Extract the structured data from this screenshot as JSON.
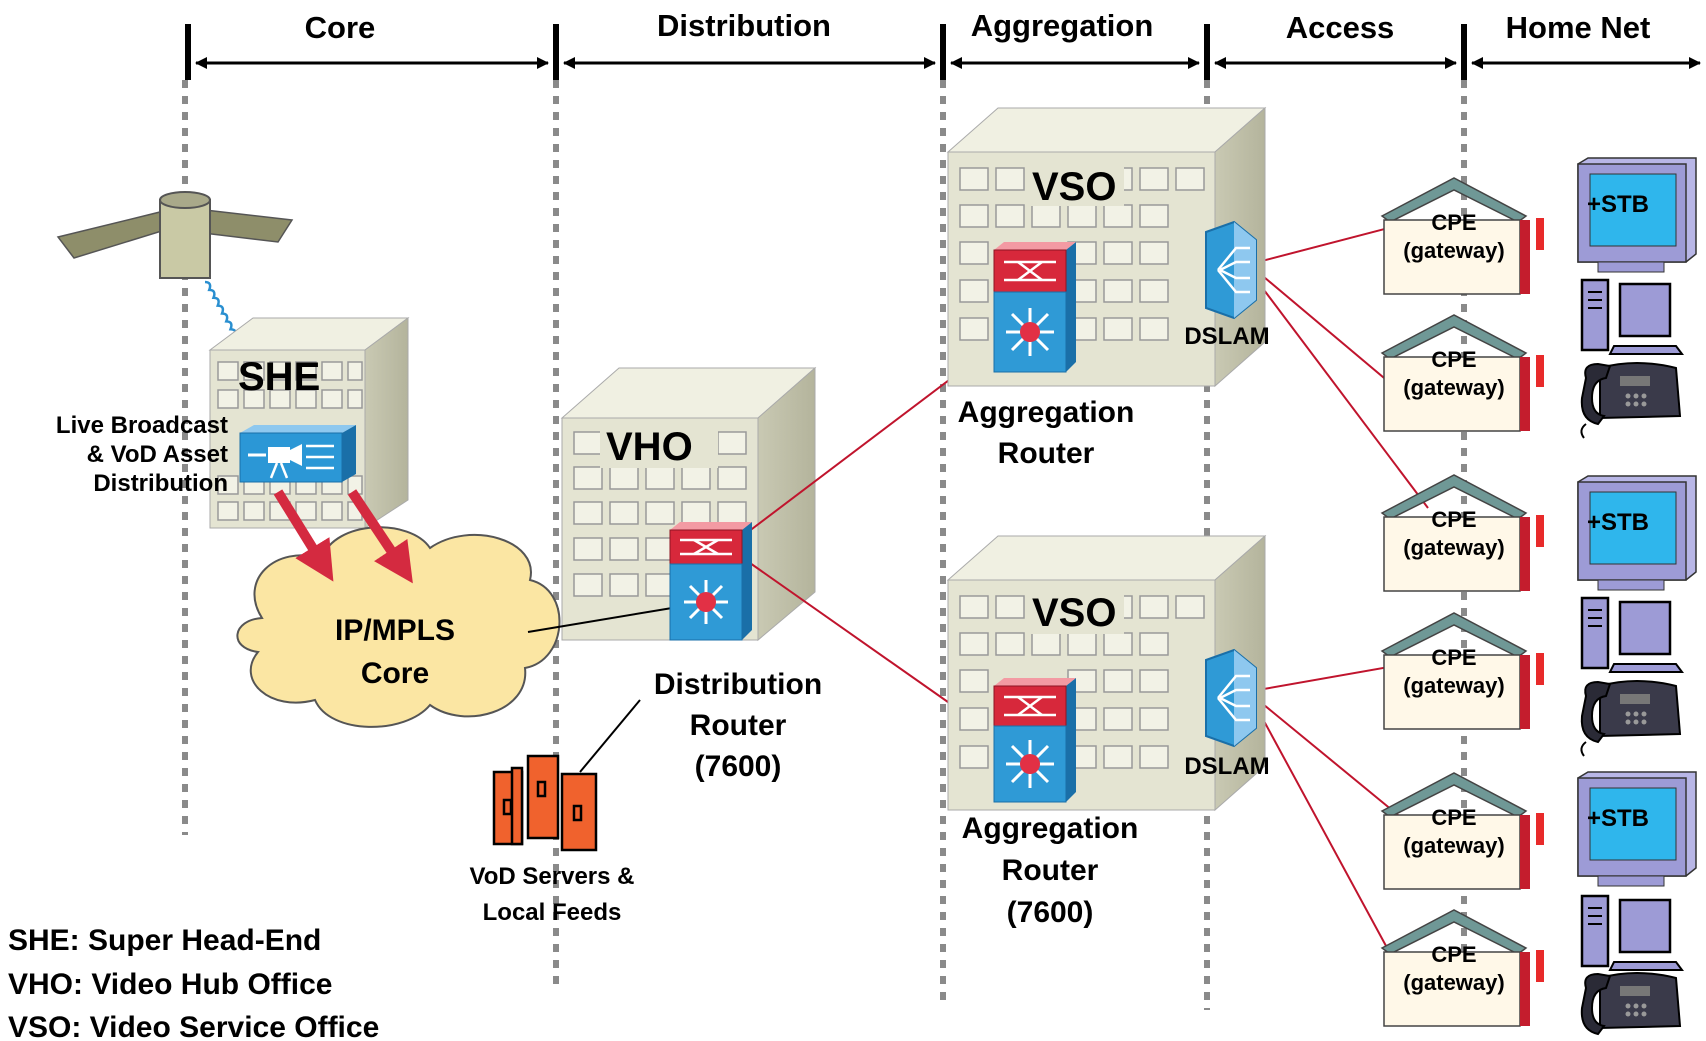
{
  "segments": [
    "Core",
    "Distribution",
    "Aggregation",
    "Access",
    "Home Net"
  ],
  "she": {
    "name": "SHE",
    "function": [
      "Live Broadcast",
      "& VoD Asset",
      "Distribution"
    ]
  },
  "core_cloud": [
    "IP/MPLS",
    "Core"
  ],
  "vho": {
    "name": "VHO",
    "router": [
      "Distribution",
      "Router",
      "(7600)"
    ]
  },
  "vod_servers": [
    "VoD Servers &",
    "Local Feeds"
  ],
  "vso_top": {
    "name": "VSO",
    "router": [
      "Aggregation",
      "Router"
    ],
    "dslam": "DSLAM"
  },
  "vso_bottom": {
    "name": "VSO",
    "router": [
      "Aggregation",
      "Router",
      "(7600)"
    ],
    "dslam": "DSLAM"
  },
  "cpe": [
    "CPE",
    "(gateway)"
  ],
  "stb_label": "+STB",
  "legend": [
    "SHE: Super Head-End",
    "VHO: Video Hub Office",
    "VSO: Video Service Office"
  ],
  "colors": {
    "link_red": "#c0142d",
    "router_blue": "#2f9ad6",
    "router_red": "#d7283b",
    "building": "#e4e4d2",
    "cloud": "#fbe6a3",
    "server_orange": "#f0622d",
    "house_roof": "#6f9896",
    "tv_frame": "#9d9bd6"
  }
}
